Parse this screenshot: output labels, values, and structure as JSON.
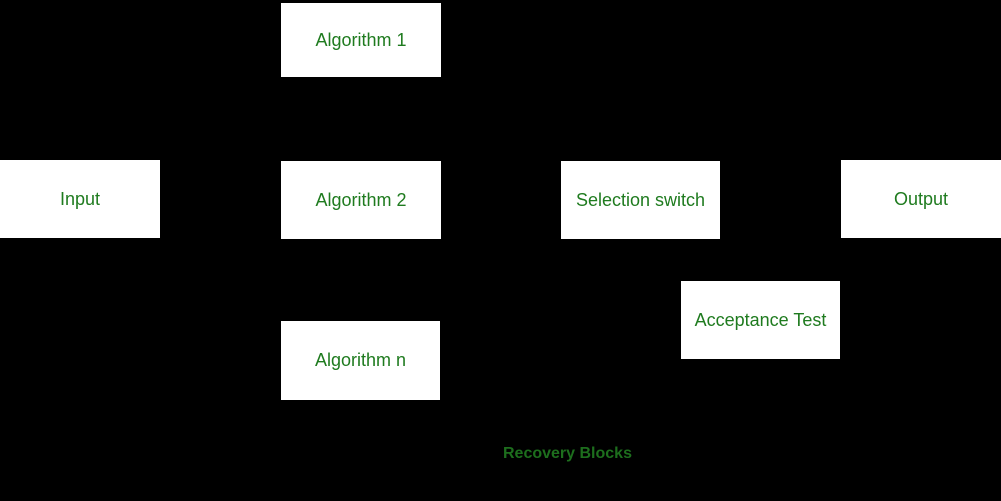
{
  "diagram": {
    "type": "block-diagram",
    "title": "Recovery Blocks",
    "colors": {
      "background": "#000000",
      "box_fill": "#ffffff",
      "box_text_green": "#1f7b1f",
      "title_green": "#1d6e1d"
    },
    "nodes": {
      "algorithm1": {
        "label": "Algorithm 1"
      },
      "input": {
        "label": "Input"
      },
      "algorithm2": {
        "label": "Algorithm 2"
      },
      "selection_switch": {
        "label": "Selection switch"
      },
      "output": {
        "label": "Output"
      },
      "acceptance_test": {
        "label": "Acceptance Test"
      },
      "algorithmn": {
        "label": "Algorithm n"
      }
    }
  }
}
